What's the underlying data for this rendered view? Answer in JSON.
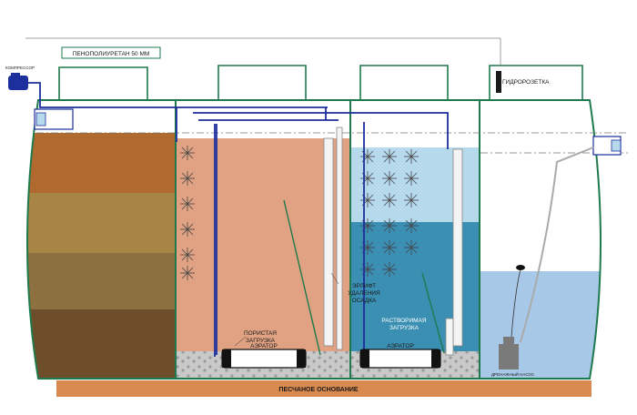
{
  "labels": {
    "insulation": "ПЕНОПОЛИУРЕТАН 50 ММ",
    "compressor": "КОМПРЕССОР",
    "hydro_socket": "ГИДРОРОЗЕТКА",
    "porous_load": [
      "ПОРИСТАЯ",
      "ЗАГРУЗКА"
    ],
    "aerator_1": "АЭРАТОР",
    "aerator_2": "АЭРАТОР",
    "airlift": [
      "ЭРЛИФТ",
      "УДАЛЕНИЯ",
      "ОСАДКА"
    ],
    "soluble_load": [
      "РАСТВОРИМАЯ",
      "ЗАГРУЗКА"
    ],
    "drain_pump": "ДРЕНАЖНЫЙ НАСОС",
    "sand_base": "ПЕСЧАНОЕ ОСНОВАНИЕ"
  },
  "colors": {
    "tank_outline": "#1e7a4c",
    "chamber1_layers": [
      "#b06a30",
      "#a78544",
      "#8c7040",
      "#6e4e2a"
    ],
    "chamber2_fill": "#e0a283",
    "chamber3_upper": "#b7d9ec",
    "chamber3_lower": "#3a8fb2",
    "chamber4_water": "#a8c8e8",
    "sand": "#d98a4e",
    "air_pipe": "#1c2f9c",
    "sludge": "#c9c9c9"
  },
  "icons": {
    "compressor": "compressor-icon",
    "aerator": "aerator-icon",
    "pump": "drain-pump-icon",
    "float": "float-switch-icon",
    "hydro_socket": "hydro-socket-icon"
  }
}
